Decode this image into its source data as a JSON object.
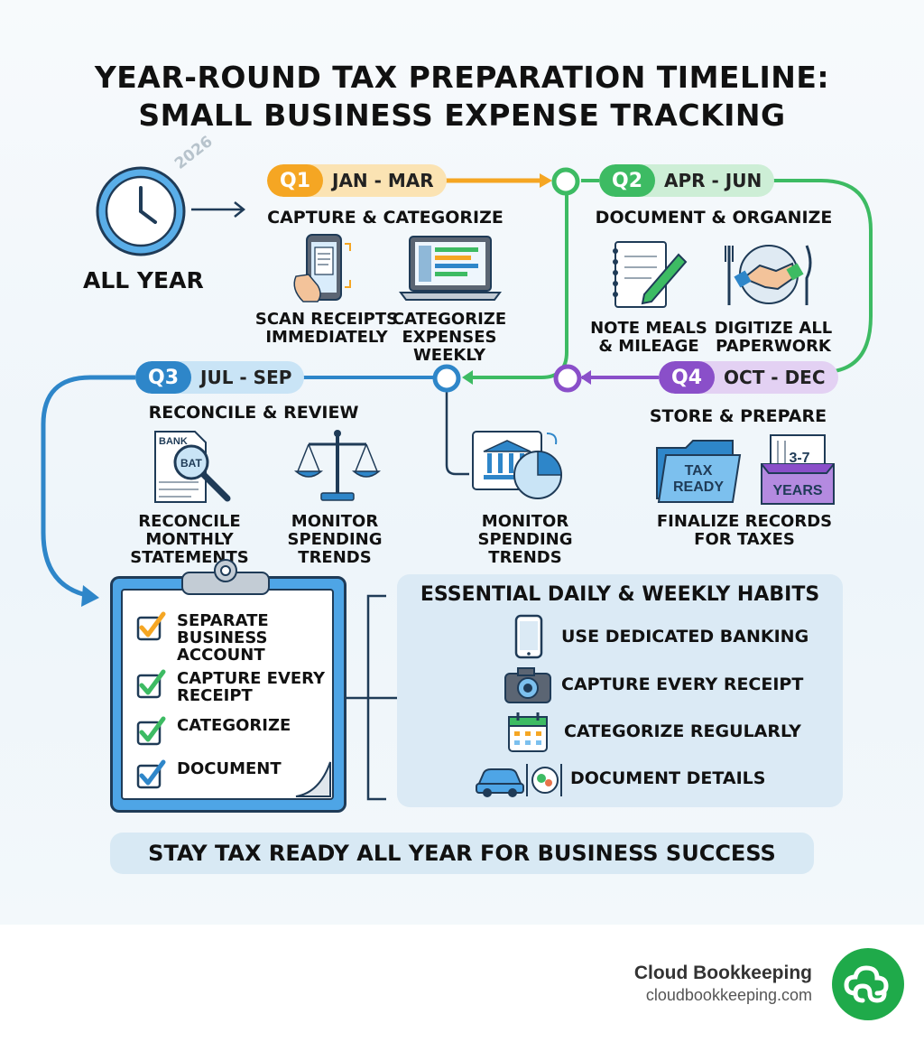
{
  "title": {
    "line1": "YEAR-ROUND TAX PREPARATION TIMELINE:",
    "line2": "SMALL BUSINESS EXPENSE TRACKING"
  },
  "all_year": {
    "label": "ALL YEAR",
    "year": "2026"
  },
  "quarters": [
    {
      "q": "Q1",
      "range": "JAN - MAR",
      "heading": "CAPTURE & CATEGORIZE",
      "color": "#f5a623",
      "items": [
        "SCAN RECEIPTS\nIMMEDIATELY",
        "CATEGORIZE\nEXPENSES\nWEEKLY"
      ]
    },
    {
      "q": "Q2",
      "range": "APR - JUN",
      "heading": "DOCUMENT & ORGANIZE",
      "color": "#3dbb63",
      "items": [
        "NOTE MEALS\n& MILEAGE",
        "DIGITIZE ALL\nPAPERWORK"
      ]
    },
    {
      "q": "Q3",
      "range": "JUL - SEP",
      "heading": "RECONCILE & REVIEW",
      "color": "#2e86c9",
      "items": [
        "RECONCILE MONTHLY\nSTATEMENTS",
        "MONITOR\nSPENDING\nTRENDS",
        "MONITOR SPENDING\nTRENDS"
      ]
    },
    {
      "q": "Q4",
      "range": "OCT - DEC",
      "heading": "STORE & PREPARE",
      "color": "#8a4fc9",
      "items": [
        "FINALIZE RECORDS\nFOR TAXES"
      ]
    }
  ],
  "icon_text": {
    "bank": "BANK",
    "bat": "BAT",
    "tax_ready": "TAX\nREADY",
    "years_top": "3-7",
    "years_bottom": "YEARS"
  },
  "checklist": [
    {
      "label": "SEPARATE\nBUSINESS\nACCOUNT",
      "check_color": "#f5a623"
    },
    {
      "label": "CAPTURE EVERY\nRECEIPT",
      "check_color": "#3dbb63"
    },
    {
      "label": "CATEGORIZE",
      "check_color": "#3dbb63"
    },
    {
      "label": "DOCUMENT",
      "check_color": "#2e86c9"
    }
  ],
  "habits": {
    "heading": "ESSENTIAL DAILY & WEEKLY HABITS",
    "items": [
      {
        "label": "USE DEDICATED BANKING",
        "icon": "phone-icon"
      },
      {
        "label": "CAPTURE EVERY RECEIPT",
        "icon": "camera-icon"
      },
      {
        "label": "CATEGORIZE REGULARLY",
        "icon": "calendar-icon"
      },
      {
        "label": "DOCUMENT DETAILS",
        "icon": "car-meal-icon"
      }
    ]
  },
  "banner": "STAY TAX READY ALL YEAR FOR BUSINESS SUCCESS",
  "brand": {
    "name": "Cloud Bookkeeping",
    "url": "cloudbookkeeping.com",
    "color": "#1faa4a"
  }
}
